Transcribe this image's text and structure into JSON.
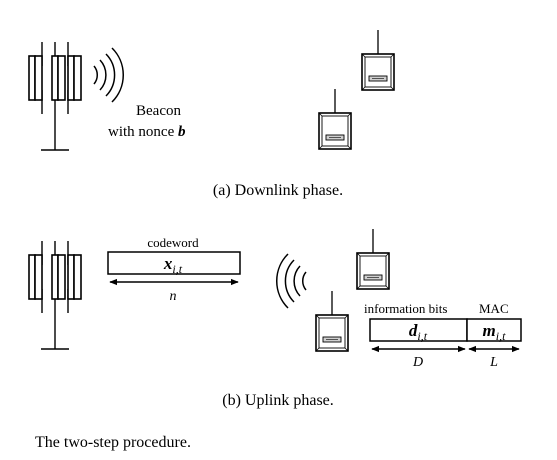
{
  "downlink": {
    "beacon_line1": "Beacon",
    "beacon_line2_prefix": "with nonce ",
    "beacon_line2_symbol": "b",
    "caption": "(a) Downlink phase."
  },
  "uplink": {
    "codeword_label": "codeword",
    "codeword_symbol": "x",
    "codeword_subscript": "i,t",
    "codeword_length": "n",
    "info_bits_label": "information bits",
    "mac_label": "MAC",
    "info_symbol": "d",
    "info_subscript": "i,t",
    "mac_symbol": "m",
    "mac_subscript": "i,t",
    "info_length": "D",
    "mac_length": "L",
    "caption": "(b) Uplink phase."
  },
  "figure_caption": "The two-step procedure.",
  "colors": {
    "ink": "#000000",
    "background": "#ffffff",
    "device_screen_fill": "#cfcfcf"
  }
}
